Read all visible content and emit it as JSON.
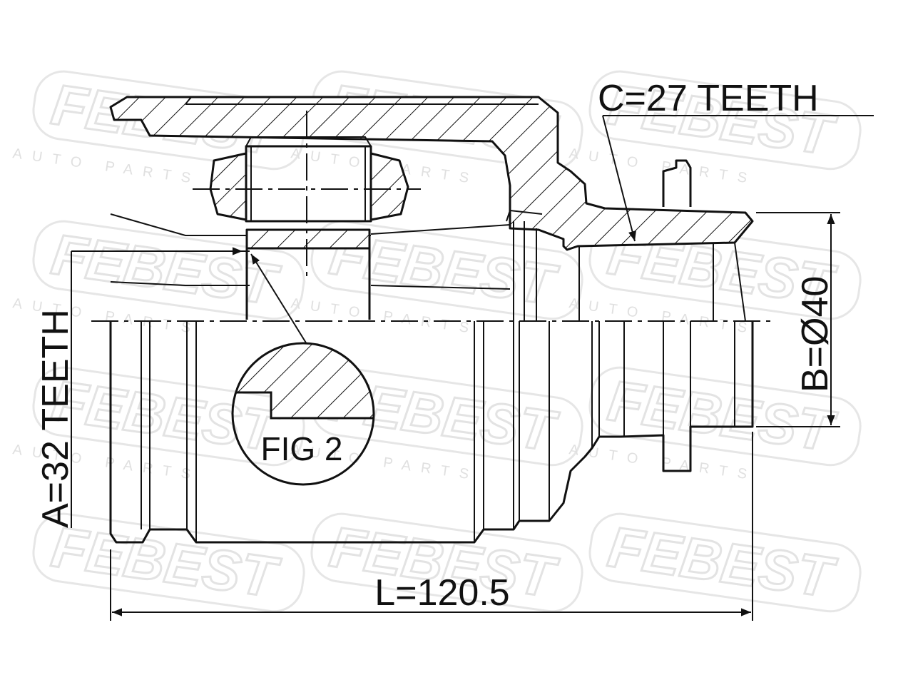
{
  "watermark": {
    "brand": "FEBEST",
    "sub": "AUTO PARTS"
  },
  "labels": {
    "c": "C=27 TEETH",
    "a": "A=32 TEETH",
    "b": "B=Ø40",
    "l": "L=120.5",
    "fig": "FIG 2"
  }
}
